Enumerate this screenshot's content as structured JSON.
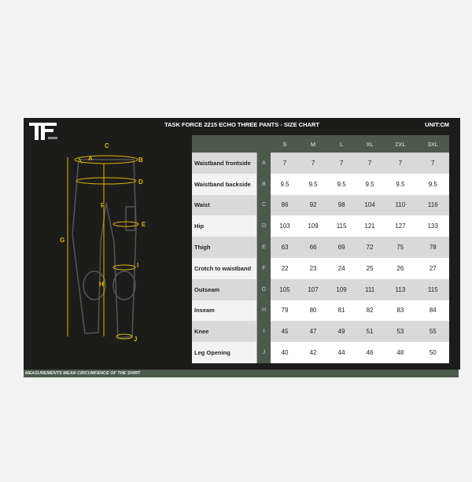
{
  "title": "TASK FORCE 2215 ECHO THREE PANTS - SIZE CHART",
  "unit": "UNIT:CM",
  "logo_text": "TF 2215",
  "footer": "MEASUREMENTS MEAN CIRCUMFENCE OF THE SHIRT",
  "sizes": [
    "S",
    "M",
    "L",
    "XL",
    "2XL",
    "3XL"
  ],
  "rows": [
    {
      "label": "Waistband frontside",
      "letter": "A",
      "values": [
        "7",
        "7",
        "7",
        "7",
        "7",
        "7"
      ]
    },
    {
      "label": "Waistband backside",
      "letter": "B",
      "values": [
        "9.5",
        "9.5",
        "9.5",
        "9.5",
        "9.5",
        "9.5"
      ]
    },
    {
      "label": "Waist",
      "letter": "C",
      "values": [
        "86",
        "92",
        "98",
        "104",
        "110",
        "116"
      ]
    },
    {
      "label": "Hip",
      "letter": "D",
      "values": [
        "103",
        "109",
        "115",
        "121",
        "127",
        "133"
      ]
    },
    {
      "label": "Thigh",
      "letter": "E",
      "values": [
        "63",
        "66",
        "69",
        "72",
        "75",
        "78"
      ]
    },
    {
      "label": "Crotch to waistband",
      "letter": "F",
      "values": [
        "22",
        "23",
        "24",
        "25",
        "26",
        "27"
      ]
    },
    {
      "label": "Outseam",
      "letter": "G",
      "values": [
        "105",
        "107",
        "109",
        "111",
        "113",
        "115"
      ]
    },
    {
      "label": "Inseam",
      "letter": "H",
      "values": [
        "79",
        "80",
        "81",
        "82",
        "83",
        "84"
      ]
    },
    {
      "label": "Knee",
      "letter": "I",
      "values": [
        "45",
        "47",
        "49",
        "51",
        "53",
        "55"
      ]
    },
    {
      "label": "Leg Opening",
      "letter": "J",
      "values": [
        "40",
        "42",
        "44",
        "46",
        "48",
        "50"
      ]
    }
  ],
  "diagram_letters": [
    "A",
    "B",
    "C",
    "D",
    "E",
    "F",
    "G",
    "H",
    "I",
    "J"
  ],
  "accent": "#e0b400"
}
